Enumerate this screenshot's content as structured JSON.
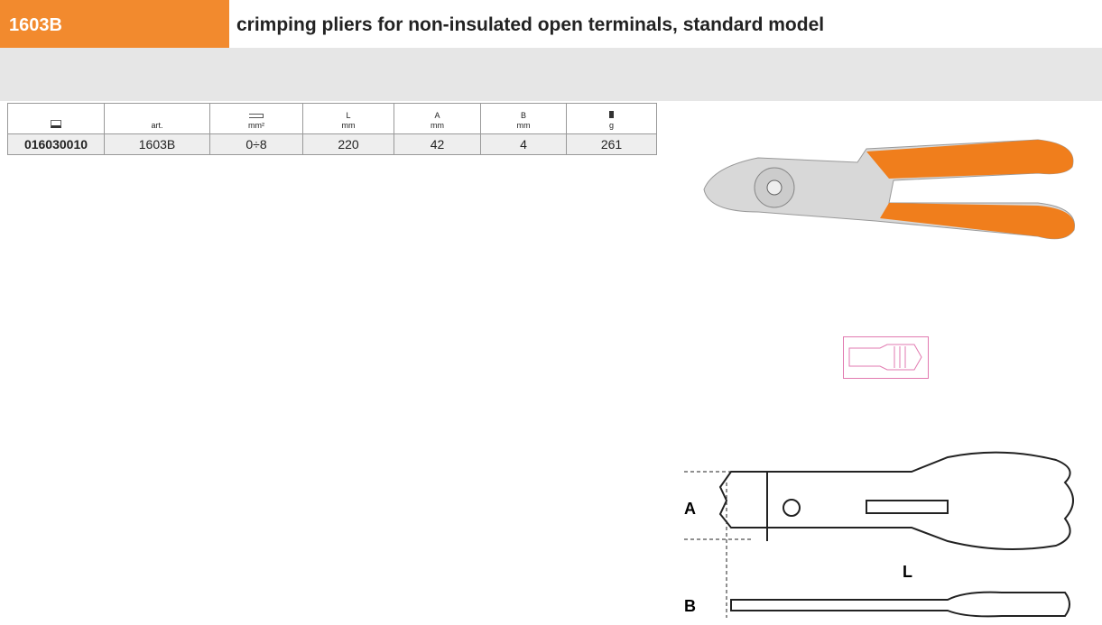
{
  "header": {
    "code": "1603B",
    "title": "crimping pliers for non-insulated  open terminals, standard model"
  },
  "table": {
    "headers": [
      {
        "icon": "barcode-icon",
        "line1": "",
        "line2": ""
      },
      {
        "line1": "",
        "line2": "art."
      },
      {
        "icon": "terminal-icon",
        "line1": "",
        "line2": "mm²"
      },
      {
        "line1": "L",
        "line2": "mm"
      },
      {
        "line1": "A",
        "line2": "mm"
      },
      {
        "line1": "B",
        "line2": "mm"
      },
      {
        "icon": "weight-icon",
        "line1": "",
        "line2": "g"
      }
    ],
    "row": [
      "016030010",
      "1603B",
      "0÷8",
      "220",
      "42",
      "4",
      "261"
    ]
  },
  "diagram": {
    "label_a": "A",
    "label_b": "B",
    "label_l": "L"
  },
  "colors": {
    "accent": "#f28a2e",
    "band": "#e6e6e6"
  }
}
